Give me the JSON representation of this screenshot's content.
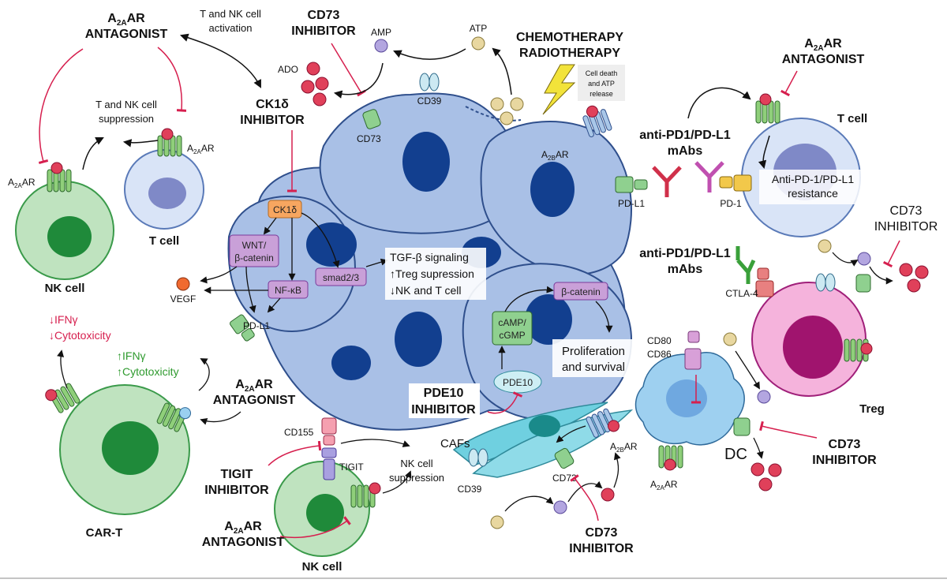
{
  "colors": {
    "tumor": "#a9c0e6",
    "tumor_stroke": "#2f4f8c",
    "nucleus": "#123f8f",
    "nk_cell": "#bfe3bf",
    "nk_nucleus": "#1f8a3a",
    "tcell": "#d9e4f7",
    "tcell_nucleus": "#7f89c7",
    "treg": "#f5b3dc",
    "treg_nucleus": "#a0146e",
    "dc": "#9ed0f0",
    "caf": "#6fd0e0",
    "receptor_green": "#8fcf7a",
    "ligand_red": "#e0405a",
    "inhibit_red": "#d61f4e",
    "up_green": "#2e9a2e",
    "orange_box": "#f7a660",
    "purple_box": "#c9a0d8",
    "green_box": "#8fd08f"
  },
  "labels": {
    "a2aar_antagonist_top_l1": "A",
    "a2aar_sub": "2A",
    "a2aar_antagonist_word": "AR",
    "antagonist": "ANTAGONIST",
    "t_nk_activation_1": "T and NK cell",
    "t_nk_activation_2": "activation",
    "cd73_inhibitor_l1": "CD73",
    "cd73_inhibitor_l2": "INHIBITOR",
    "amp": "AMP",
    "atp": "ATP",
    "ado": "ADO",
    "chemo": "CHEMOTHERAPY",
    "radio": "RADIOTHERAPY",
    "cell_death_1": "Cell death",
    "cell_death_2": "and ATP",
    "cell_death_3": "release",
    "ck1d_inhibitor_l1": "CK1δ",
    "ck1d_inhibitor_l2": "INHIBITOR",
    "cd39": "CD39",
    "cd73": "CD73",
    "a2bar_main": "A",
    "a2bar_sub": "2B",
    "ar": "AR",
    "t_nk_suppression_1": "T and NK cell",
    "t_nk_suppression_2": "suppression",
    "a2aar_label_main": "A",
    "t_cell": "T cell",
    "nk_cell": "NK cell",
    "anti_pd1_l1": "anti-PD1/PD-L1",
    "anti_pd1_l2": "mAbs",
    "pd_l1": "PD-L1",
    "pd_1": "PD-1",
    "resistance_1": "Anti-PD-1/PD-L1",
    "resistance_2": "resistance",
    "ck1d": "CK1δ",
    "wnt_1": "WNT/",
    "wnt_2": "β-catenin",
    "nfkb": "NF-κB",
    "smad": "smad2/3",
    "tgf_1": "TGF-β signaling",
    "tgf_2": "↑Treg supression",
    "tgf_3": "↓NK and T cell",
    "vegf": "VEGF",
    "beta_catenin": "β-catenin",
    "camp_1": "cAMP/",
    "camp_2": "cGMP",
    "pde10": "PDE10",
    "proliferation_1": "Proliferation",
    "proliferation_2": "and survival",
    "pde10_inhibitor_l1": "PDE10",
    "pde10_inhibitor_l2": "INHIBITOR",
    "ctla4": "CTLA-4",
    "treg": "Treg",
    "cd80": "CD80",
    "cd86": "CD86",
    "dc": "DC",
    "cafs": "CAFs",
    "ifn_down": "↓IFNγ",
    "cyto_down": "↓Cytotoxicity",
    "ifn_up": "↑IFNγ",
    "cyto_up": "↑Cytotoxicity",
    "car_t": "CAR-T",
    "cd155": "CD155",
    "tigit": "TIGIT",
    "tigit_inhibitor_l1": "TIGIT",
    "tigit_inhibitor_l2": "INHIBITOR",
    "nk_suppression_1": "NK cell",
    "nk_suppression_2": "suppression"
  }
}
